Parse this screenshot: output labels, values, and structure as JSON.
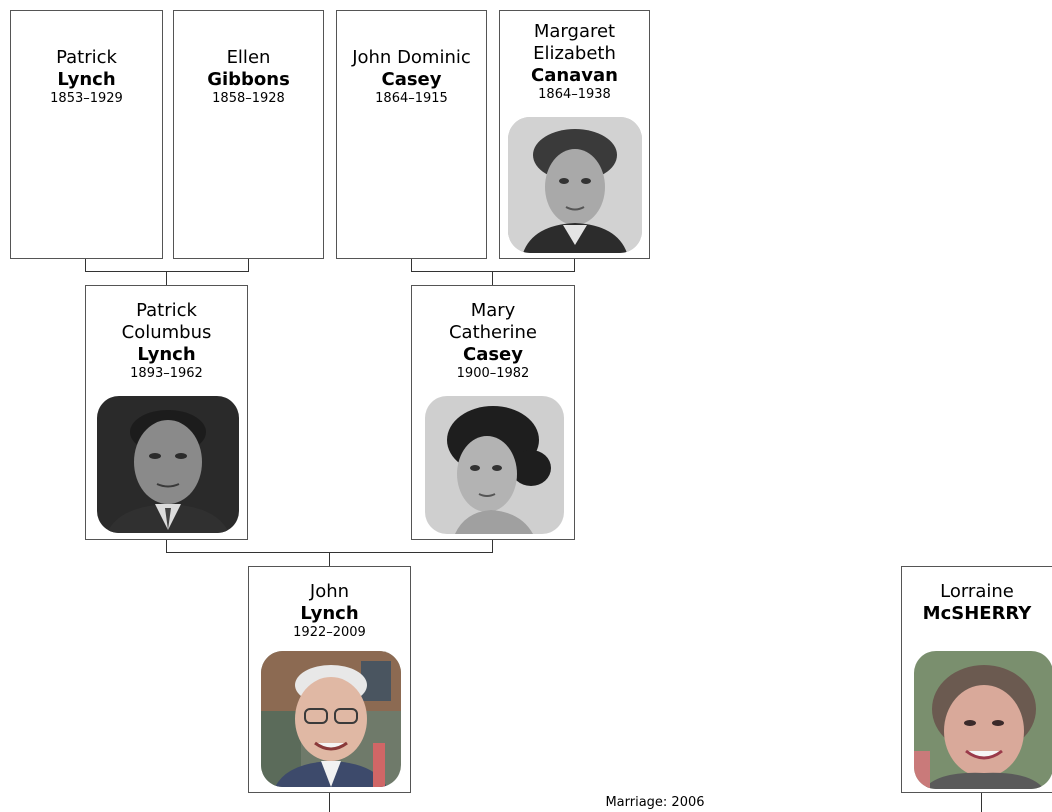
{
  "people": {
    "patrick_lynch_sr": {
      "given": "Patrick",
      "surname": "Lynch",
      "years": "1853–1929"
    },
    "ellen_gibbons": {
      "given": "Ellen",
      "surname": "Gibbons",
      "years": "1858–1928"
    },
    "john_dominic_casey": {
      "given": "John Dominic",
      "surname": "Casey",
      "years": "1864–1915"
    },
    "margaret_canavan": {
      "given": "Margaret",
      "given2": "Elizabeth",
      "surname": "Canavan",
      "years": "1864–1938"
    },
    "patrick_columbus_lynch": {
      "given": "Patrick",
      "given2": "Columbus",
      "surname": "Lynch",
      "years": "1893–1962"
    },
    "mary_catherine_casey": {
      "given": "Mary",
      "given2": "Catherine",
      "surname": "Casey",
      "years": "1900–1982"
    },
    "john_lynch": {
      "given": "John",
      "surname": "Lynch",
      "years": "1922–2009"
    },
    "lorraine_mcsherry": {
      "given": "Lorraine",
      "surname": "McSHERRY"
    }
  },
  "marriage_label": "Marriage: 2006"
}
